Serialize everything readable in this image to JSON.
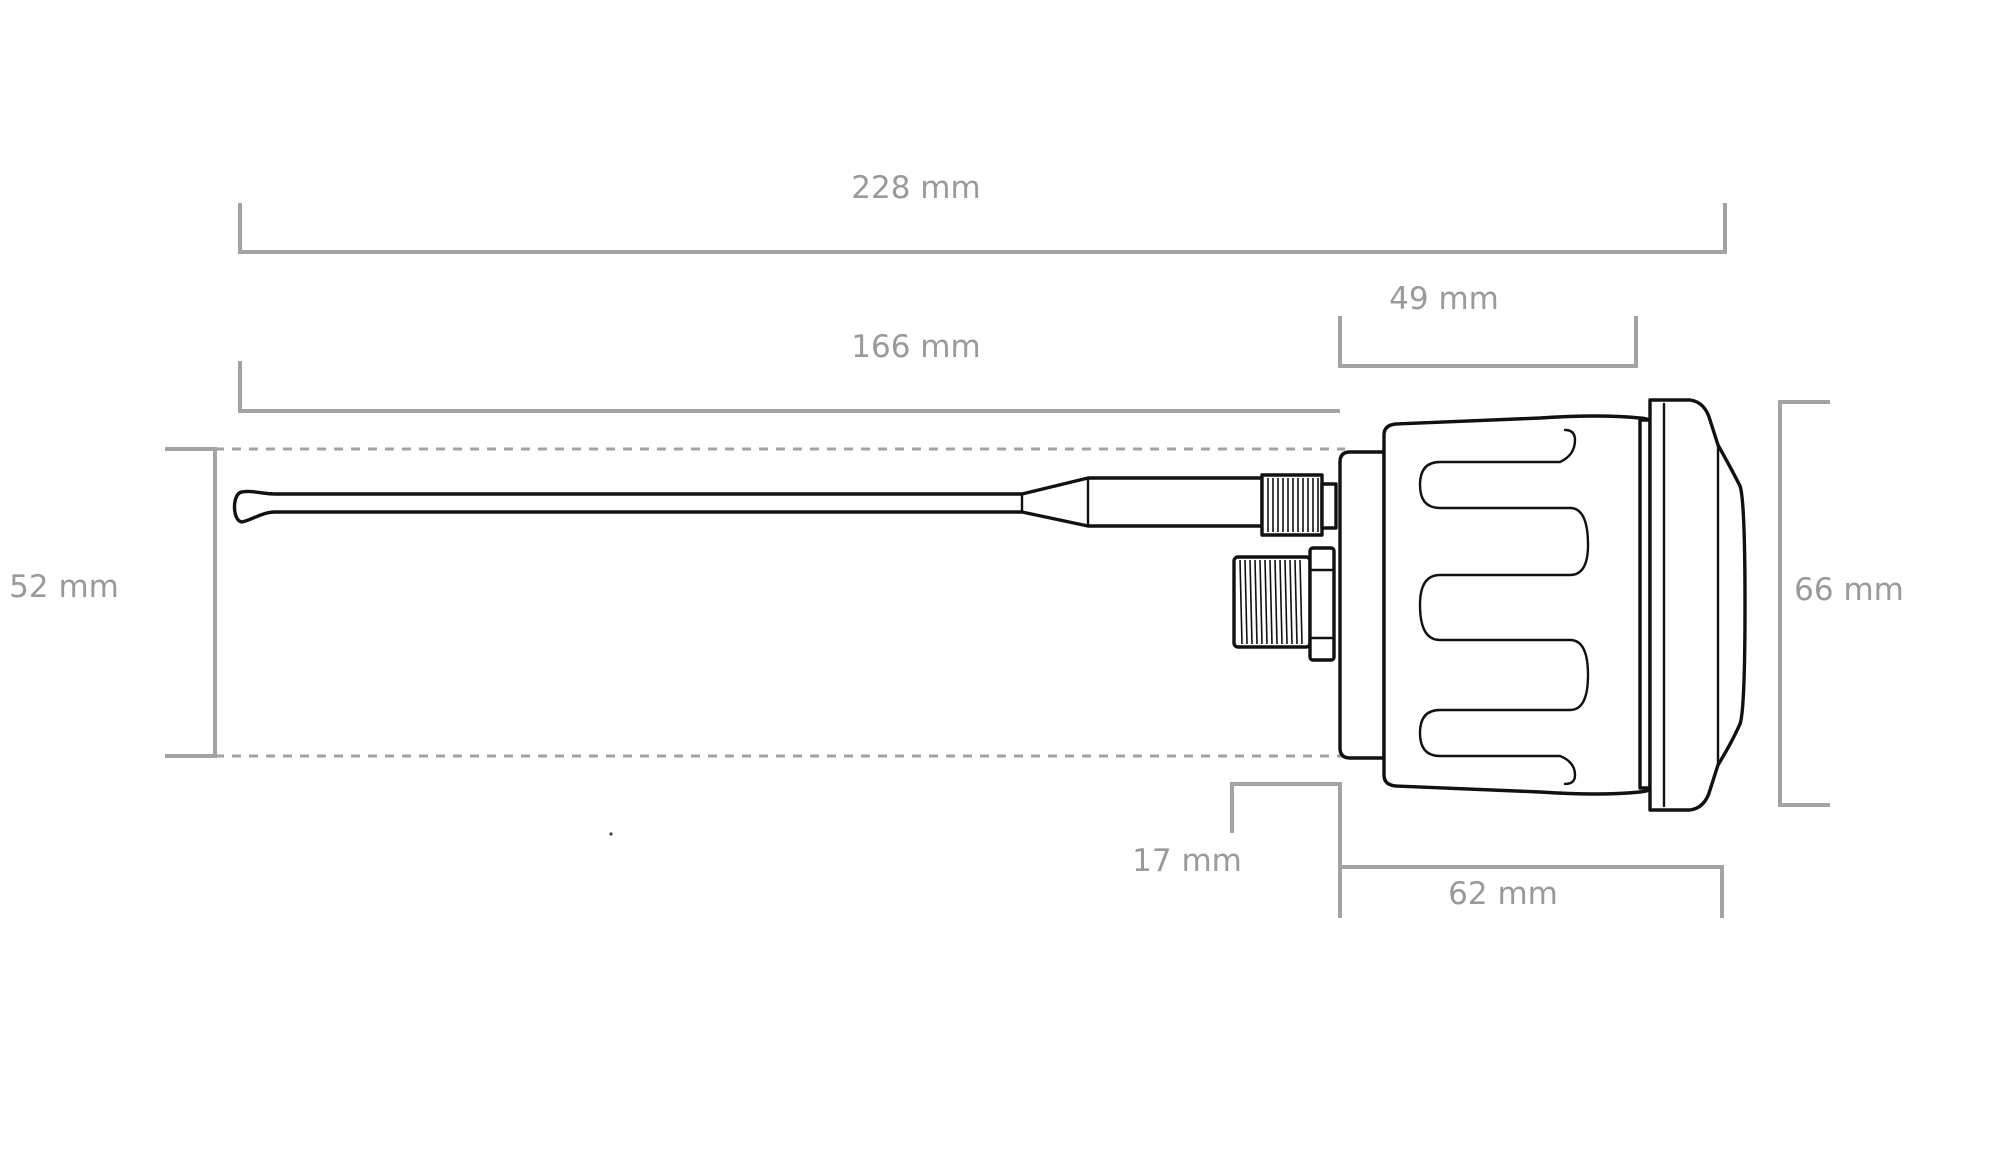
{
  "dimensions": {
    "overall_length": "228 mm",
    "antenna_to_body": "166 mm",
    "knob_length": "49 mm",
    "antenna_span": "52 mm",
    "body_diameter": "66 mm",
    "thread_length": "17 mm",
    "body_length": "62 mm"
  },
  "colors": {
    "dimension_lines": "#a3a3a3",
    "dimension_text": "#9a9a9a",
    "outline": "#111111",
    "background": "#ffffff"
  }
}
